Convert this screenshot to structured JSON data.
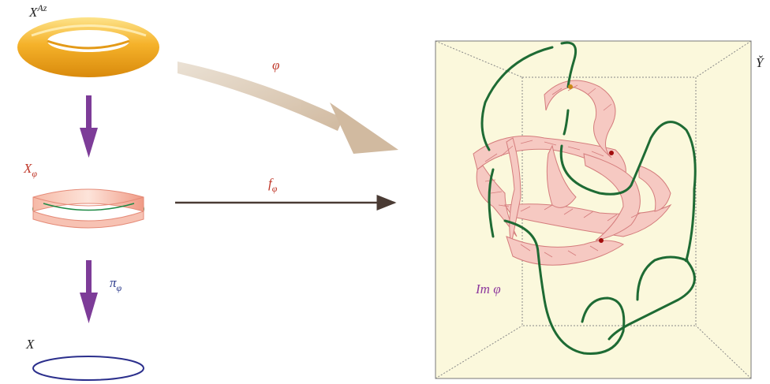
{
  "labels": {
    "top_space": {
      "base": "X",
      "sup": "Az"
    },
    "middle_space": {
      "base": "X",
      "sub": "φ"
    },
    "bottom_space": {
      "base": "X"
    },
    "map_phi": "φ",
    "map_f": {
      "base": "f",
      "sub": "φ"
    },
    "projection": {
      "base": "π",
      "sub": "φ"
    },
    "target_space": "Y̌",
    "image_label": "Im φ"
  },
  "colors": {
    "torus": "#f2a31a",
    "projection_arrow": "#7d3c98",
    "phi_arrow": "#cdb59c",
    "f_arrow": "#4a3b34",
    "band": "#f4a898",
    "green_curve": "#1e6b34",
    "circle": "#2b2f8c",
    "box_fill": "#fbf8dc",
    "label_red": "#c0392b",
    "label_purple": "#8e3a9e",
    "label_blue": "#2b3a8c"
  }
}
